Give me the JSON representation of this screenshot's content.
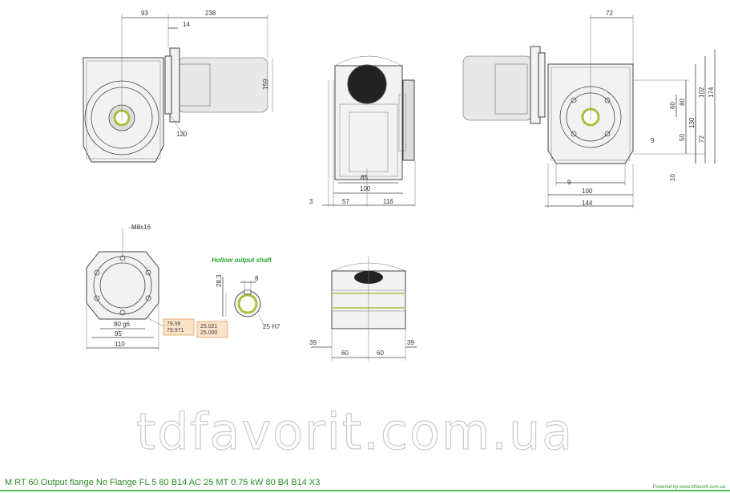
{
  "caption": "M RT 60 Output flange No Flange FL 5 80 B14 AC 25 MT 0.75 kW 80 B4 B14 X3",
  "watermark": "tdfavorit.com.ua",
  "footer_link": "Powered by www.tdfavorit.com.ua",
  "hollow_shaft_label": "Hollow output shaft",
  "dims": {
    "d93": "93",
    "d238": "238",
    "d14": "14",
    "d159": "159",
    "d120": "120",
    "d85": "85",
    "d100a": "100",
    "d3": "3",
    "d57": "57",
    "d116": "116",
    "d72": "72",
    "d60": "60",
    "d80": "80",
    "d130": "130",
    "d50": "50",
    "d72b": "72",
    "d102": "102",
    "d174": "174",
    "d9": "9",
    "d9b": "9",
    "d10": "10",
    "d100b": "100",
    "d144": "144",
    "m8x16": "M8x16",
    "d80g6": "80 g6",
    "d95": "95",
    "d110": "110",
    "d28_3": "28,3",
    "d8": "8",
    "d25h7": "25 H7",
    "d39a": "39",
    "d60a": "60",
    "d60b": "60",
    "d39b": "39"
  },
  "tolerances": {
    "flange_upper": "79.99",
    "flange_lower": "79.971",
    "shaft_upper": "25.021",
    "shaft_lower": "25.000"
  },
  "colors": {
    "accent": "#2aa52a",
    "tolerance_fill": "#fbe3c8"
  }
}
